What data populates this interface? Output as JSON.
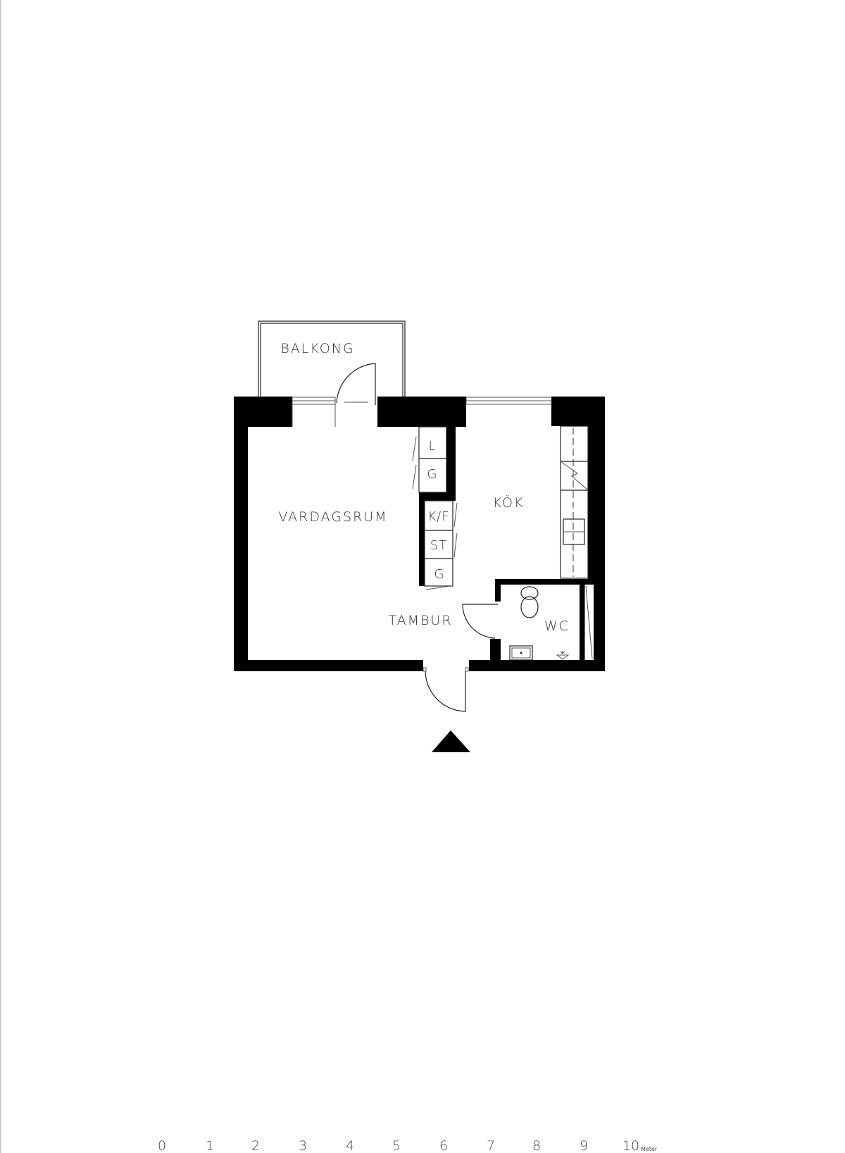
{
  "rooms": {
    "balcony": "BALKONG",
    "living_room": "VARDAGSRUM",
    "kitchen": "KÖK",
    "hall": "TAMBUR",
    "toilet": "WC"
  },
  "closets": {
    "linen": "L",
    "wardrobe_1": "G",
    "fridge_freezer": "K/F",
    "storage": "ST",
    "wardrobe_2": "G"
  },
  "scale_bar": {
    "ticks": [
      "0",
      "1",
      "2",
      "3",
      "4",
      "5",
      "6",
      "7",
      "8",
      "9",
      "10"
    ],
    "unit": "Meter"
  },
  "colors": {
    "wall": "#000000",
    "line": "#222222",
    "background": "#ffffff"
  }
}
